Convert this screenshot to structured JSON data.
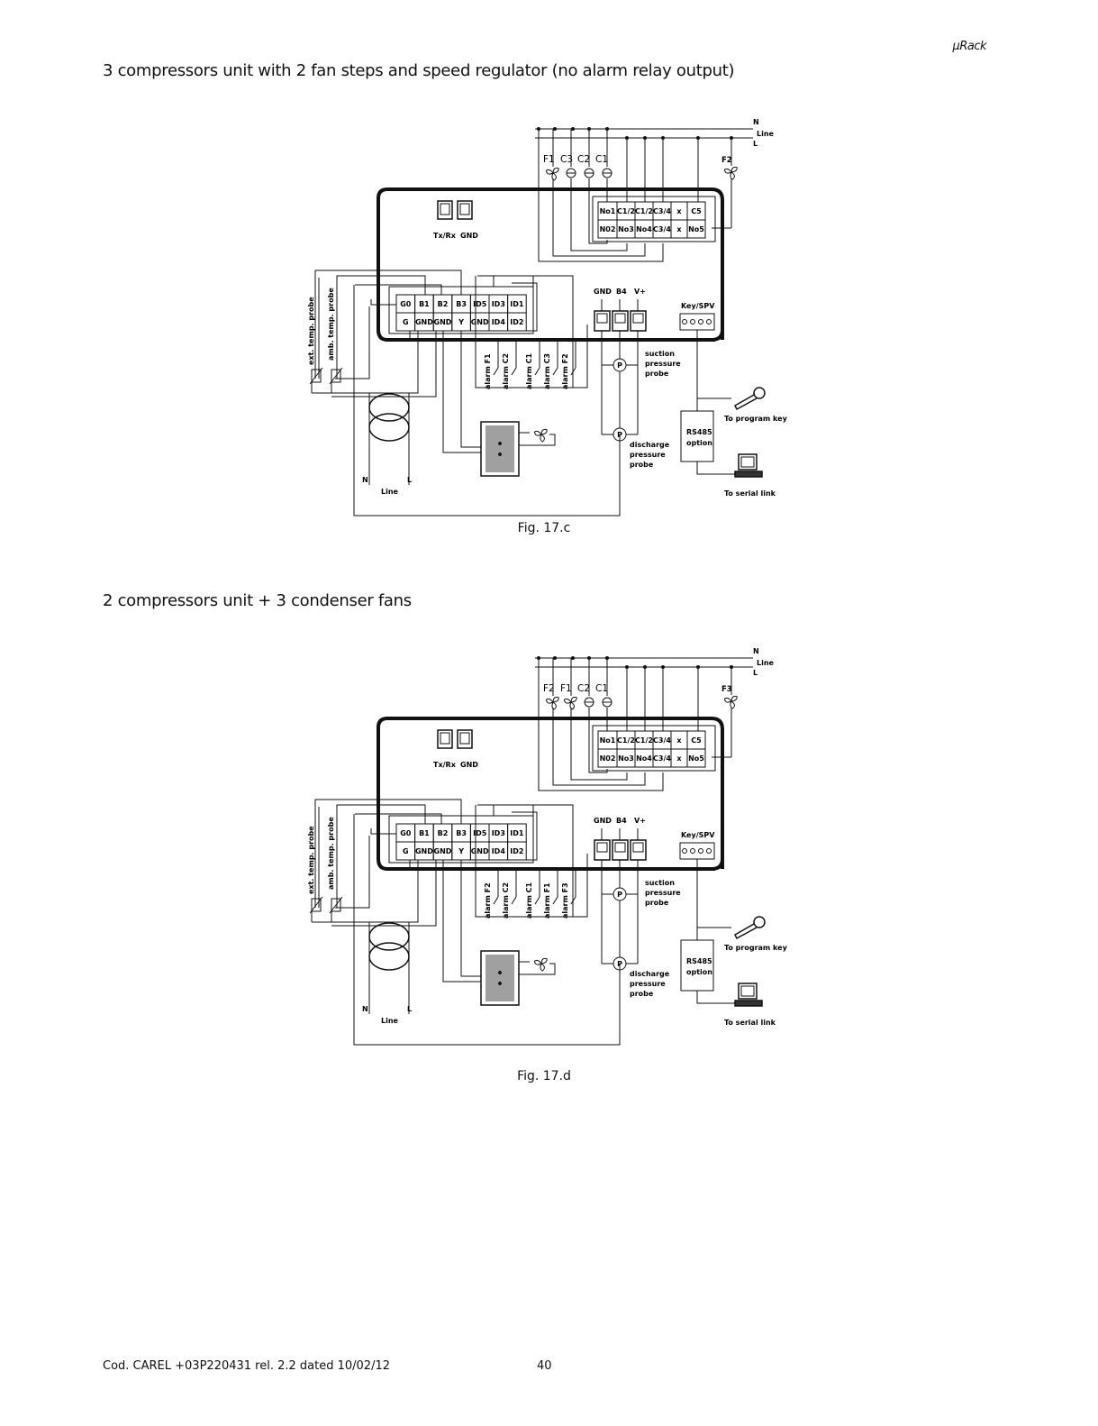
{
  "header": {
    "product": "μRack"
  },
  "figures": [
    {
      "title": "3 compressors unit with 2 fan steps and speed regulator (no alarm relay output)",
      "caption": "Fig. 17.c",
      "load_labels": [
        "F1",
        "C3",
        "C2",
        "C1"
      ],
      "right_fan_label": "F2",
      "alarm_labels": [
        "alarm F1",
        "alarm C2",
        "alarm C1",
        "alarm C3",
        "alarm F2"
      ]
    },
    {
      "title": "2 compressors unit + 3 condenser fans",
      "caption": "Fig. 17.d",
      "load_labels": [
        "F2",
        "F1",
        "C2",
        "C1"
      ],
      "right_fan_label": "F3",
      "alarm_labels": [
        "alarm F2",
        "alarm C2",
        "alarm C1",
        "alarm F1",
        "alarm F3"
      ]
    }
  ],
  "common": {
    "line_n": "N",
    "line_label": "Line",
    "line_l": "L",
    "relay_top": [
      "No1",
      "C1/2",
      "C1/2",
      "C3/4",
      "x",
      "C5"
    ],
    "relay_bottom": [
      "N02",
      "No3",
      "No4",
      "C3/4",
      "x",
      "No5"
    ],
    "txrx": "Tx/Rx",
    "gnd": "GND",
    "term_top": [
      "G0",
      "B1",
      "B2",
      "B3",
      "ID5",
      "ID3",
      "ID1"
    ],
    "term_bottom": [
      "G",
      "GND",
      "GND",
      "Y",
      "GND",
      "ID4",
      "ID2"
    ],
    "probe_conn": [
      "GND",
      "B4",
      "V+"
    ],
    "keyspv": "Key/SPV",
    "ext_probe": "ext. temp. probe",
    "amb_probe": "amb. temp. probe",
    "suction": [
      "suction",
      "pressure",
      "probe"
    ],
    "discharge": [
      "discharge",
      "pressure",
      "probe"
    ],
    "p": "P",
    "program_key": "To program key",
    "rs485": [
      "RS485",
      "option"
    ],
    "serial_link": "To serial link",
    "n": "N",
    "l": "L",
    "line_bottom": "Line"
  },
  "footer": {
    "code": "Cod. CAREL +03P220431 rel. 2.2 dated  10/02/12",
    "page": "40"
  }
}
